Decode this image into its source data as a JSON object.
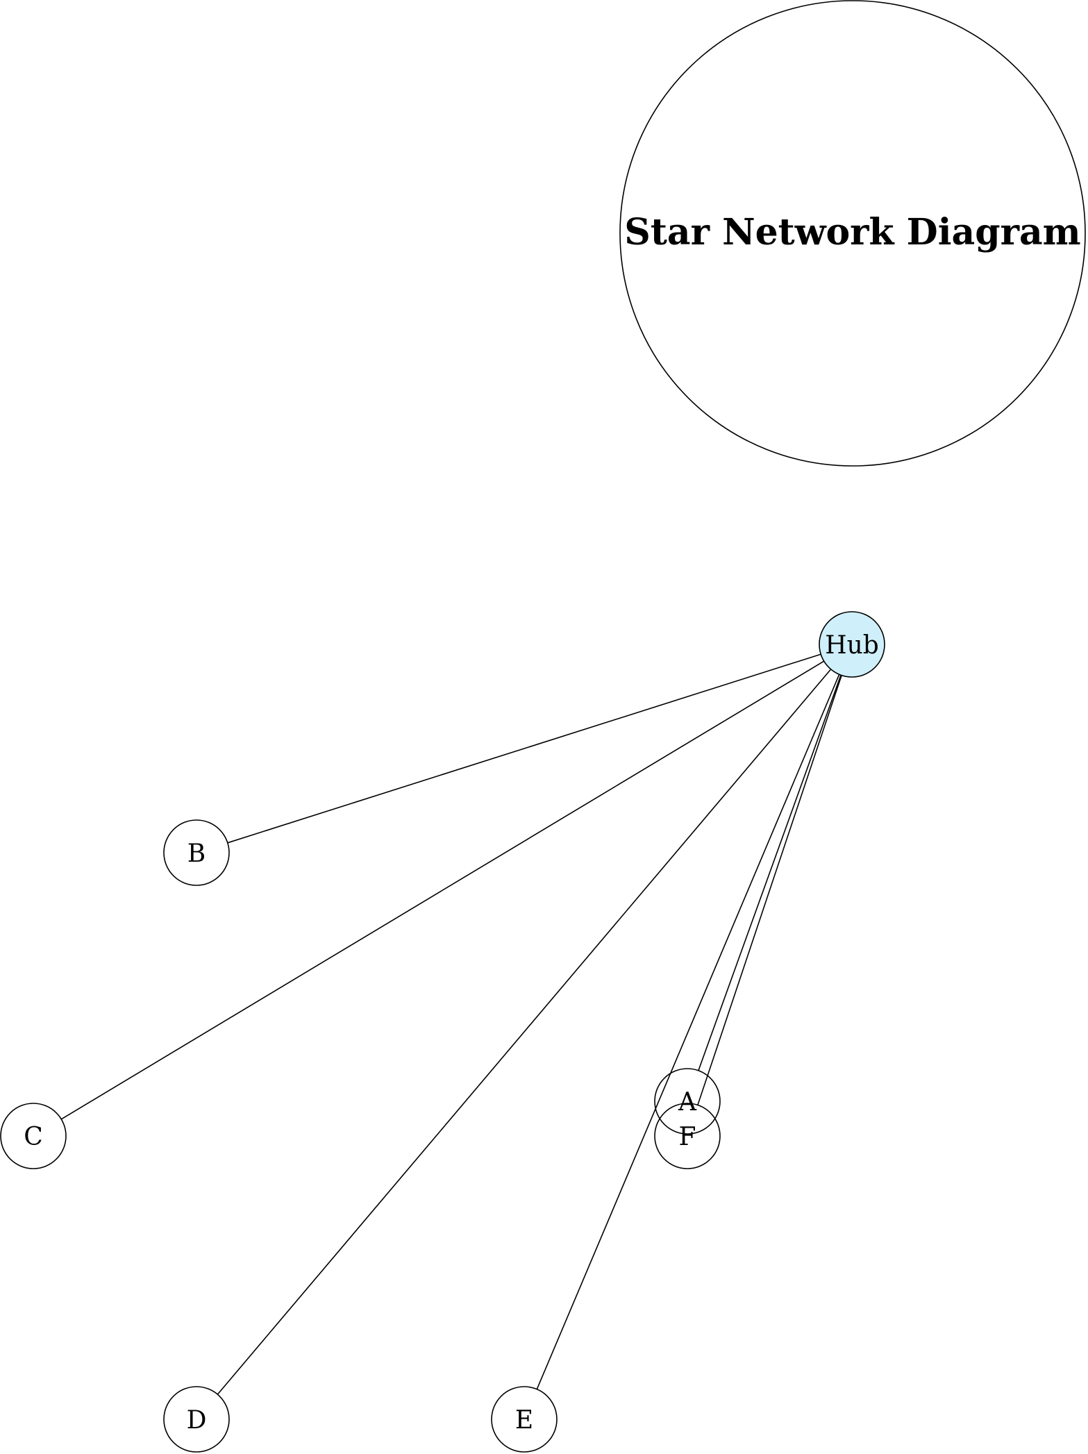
{
  "title": "Star Network Diagram",
  "colors": {
    "hub_fill": "#cfeffa",
    "node_fill": "#ffffff",
    "stroke": "#000000"
  },
  "nodes": [
    {
      "id": "hub",
      "label": "Hub",
      "role": "hub"
    },
    {
      "id": "a",
      "label": "A",
      "role": "leaf"
    },
    {
      "id": "b",
      "label": "B",
      "role": "leaf"
    },
    {
      "id": "c",
      "label": "C",
      "role": "leaf"
    },
    {
      "id": "d",
      "label": "D",
      "role": "leaf"
    },
    {
      "id": "e",
      "label": "E",
      "role": "leaf"
    },
    {
      "id": "f",
      "label": "F",
      "role": "leaf"
    }
  ],
  "edges": [
    {
      "from": "hub",
      "to": "a"
    },
    {
      "from": "hub",
      "to": "b"
    },
    {
      "from": "hub",
      "to": "c"
    },
    {
      "from": "hub",
      "to": "d"
    },
    {
      "from": "hub",
      "to": "e"
    },
    {
      "from": "hub",
      "to": "f"
    }
  ]
}
